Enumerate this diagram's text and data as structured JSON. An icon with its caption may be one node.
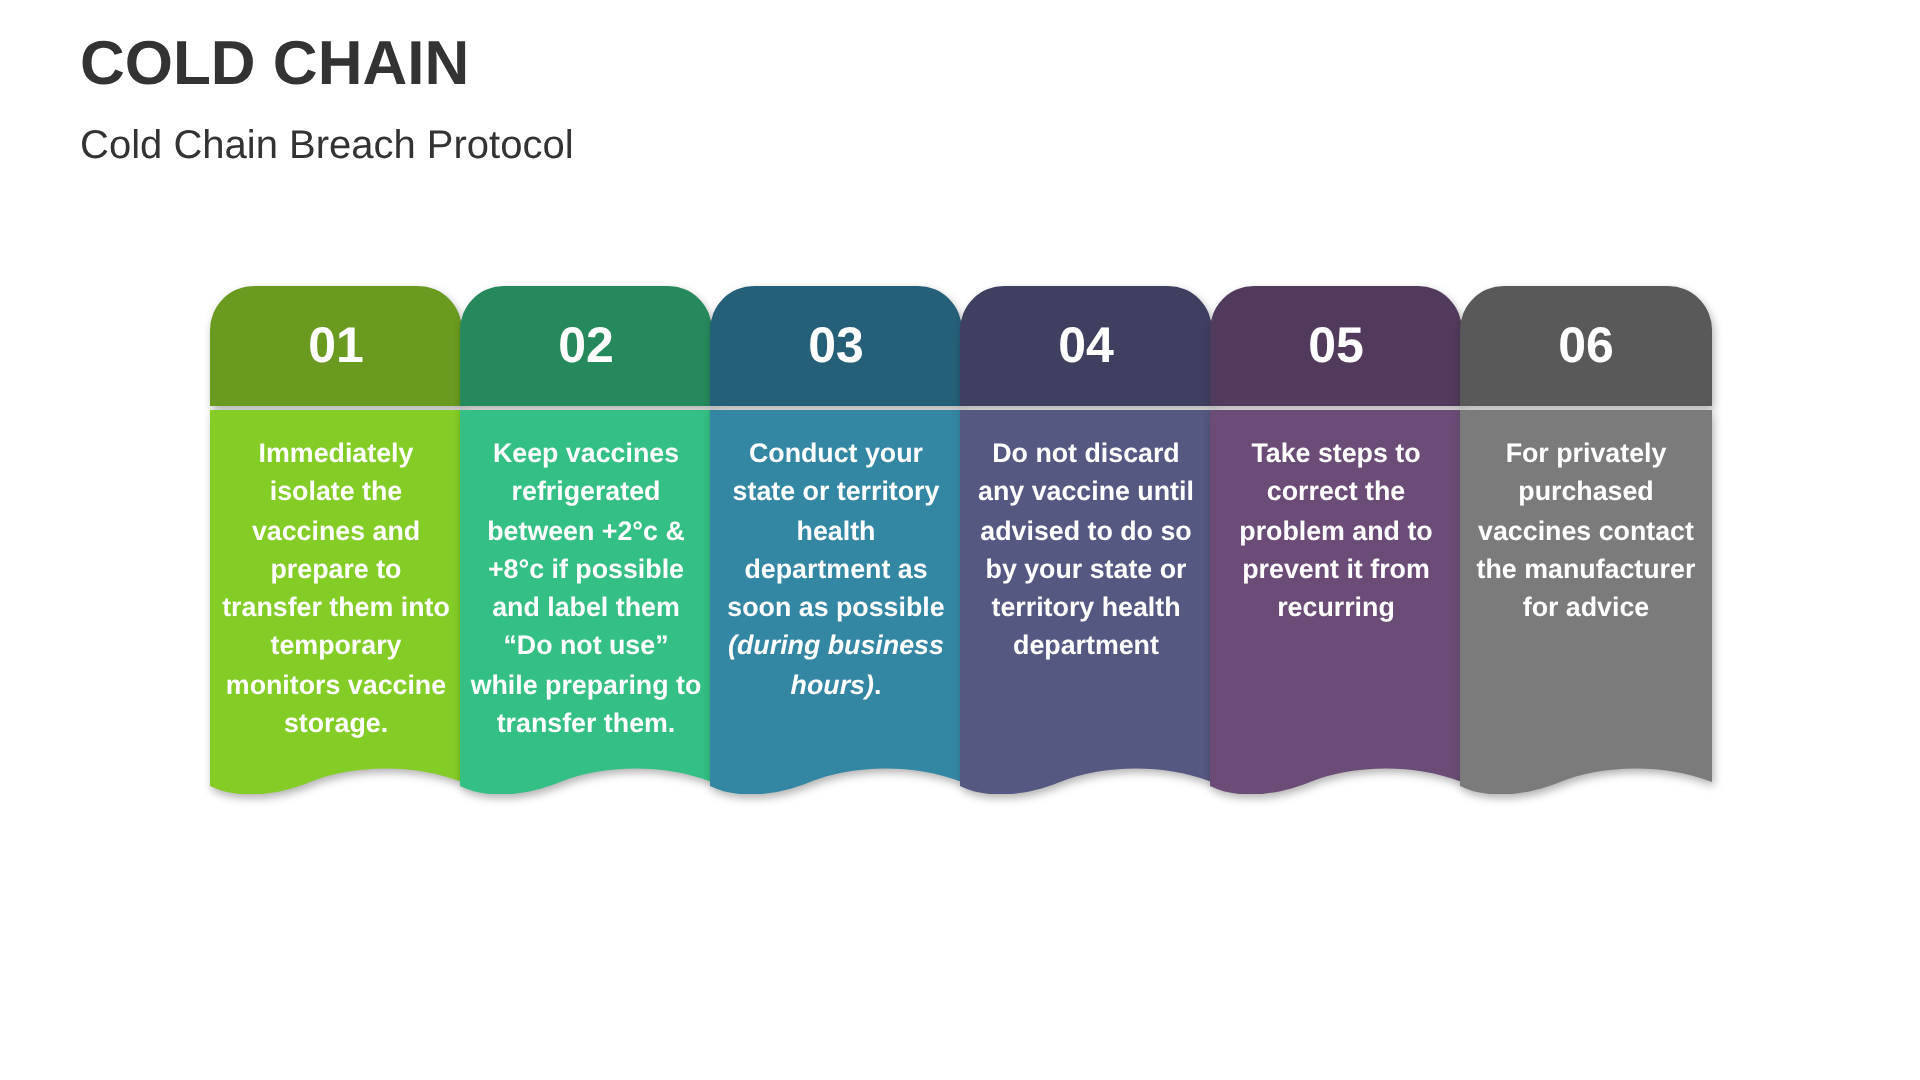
{
  "diagram": {
    "title": "COLD CHAIN",
    "caption": "Cold Chain Breach Protocol",
    "nodes": [
      {
        "text": [
          "01",
          "Immediately isolate the vaccines and prepare to transfer them into temporary monitors vaccine storage."
        ]
      },
      {
        "text": [
          "02",
          "Keep vaccines refrigerated between +2°c & +8°c if possible and label them “Do not use” while preparing to transfer them."
        ]
      },
      {
        "text": [
          "03",
          "Conduct your state or territory health department as soon as possible *(during business hours)*."
        ]
      },
      {
        "text": [
          "04",
          "Do not discard any vaccine until advised to do so by your state or territory health department"
        ]
      },
      {
        "text": [
          "05",
          "Take steps to correct the problem and to prevent it from recurring"
        ]
      },
      {
        "text": [
          "06",
          "For privately purchased vaccines contact the manufacturer for advice"
        ]
      }
    ]
  }
}
